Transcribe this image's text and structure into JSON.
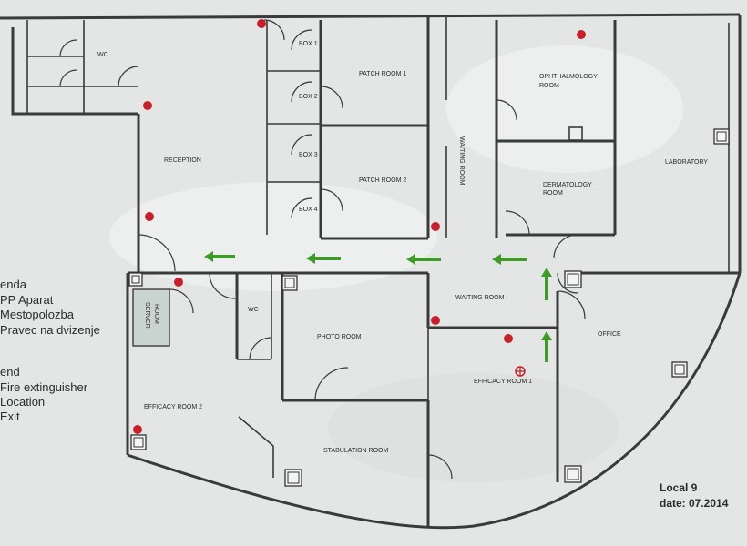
{
  "colors": {
    "background": "#e4e6e5",
    "wall": "#3a3a3a",
    "fire_extinguisher": "#c8202a",
    "exit_arrow": "#3f9a2a",
    "server_room_fill": "#c9d3cf"
  },
  "rooms": {
    "wc_top": "WC",
    "box1": "BOX 1",
    "box2": "BOX 2",
    "box3": "BOX 3",
    "box4": "BOX 4",
    "patch_room_1": "PATCH ROOM 1",
    "patch_room_2": "PATCH ROOM 2",
    "reception": "RECEPTION",
    "waiting_room_vertical": "WAITING ROOM",
    "ophthalmology": "OPHTHALMOLOGY ROOM",
    "dermatology": "DERMATOLOGY ROOM",
    "laboratory": "LABORATORY",
    "server_room": "SERVER ROOM",
    "wc_mid": "WC",
    "photo_room": "PHOTO ROOM",
    "waiting_room": "WAITING ROOM",
    "office": "OFFICE",
    "efficacy_room_1": "EFFICACY ROOM 1",
    "efficacy_room_2": "EFFICACY ROOM 2",
    "stabulation_room": "STABULATION ROOM"
  },
  "legend_local": {
    "heading": "enda",
    "items": [
      "PP Aparat",
      "Mestopolozba",
      "Pravec na dvizenje"
    ]
  },
  "legend_en": {
    "heading": "end",
    "items": [
      "Fire extinguisher",
      "Location",
      "Exit"
    ]
  },
  "footer": {
    "local": "Local 9",
    "date": "date: 07.2014"
  },
  "icons": {
    "fire_extinguisher": "fire-extinguisher-dot-icon",
    "location": "location-crosshair-icon",
    "exit": "exit-arrow-icon"
  }
}
